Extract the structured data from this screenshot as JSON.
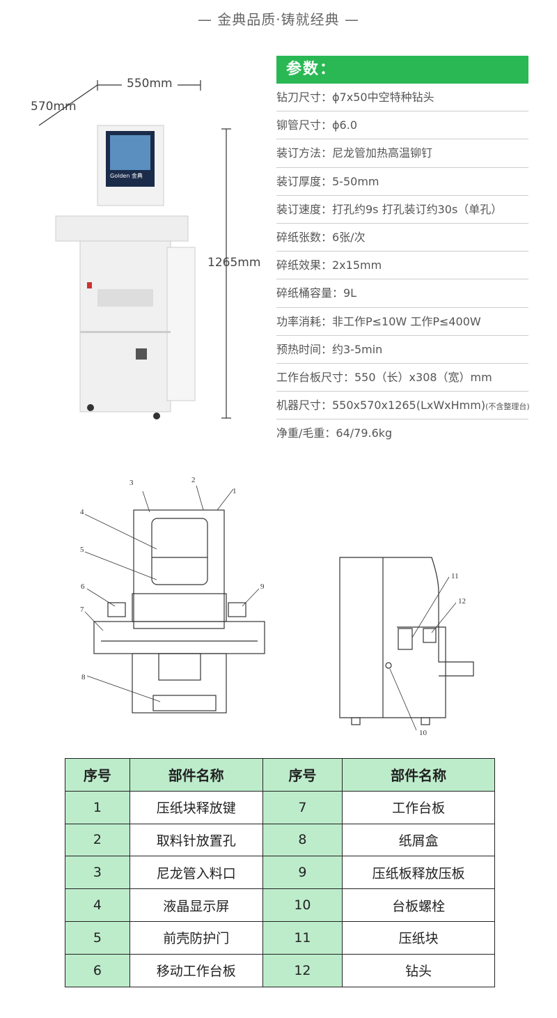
{
  "slogan": "—  金典品质·铸就经典  —",
  "dims": {
    "width": "550mm",
    "depth": "570mm",
    "height": "1265mm"
  },
  "brand": "Golden 金典",
  "specs_title": "参数：",
  "specs": [
    "钻刀尺寸：ϕ7x50中空特种钻头",
    "铆管尺寸：ϕ6.0",
    "装订方法：尼龙管加热高温铆钉",
    "装订厚度：5-50mm",
    "装订速度：打孔约9s 打孔装订约30s（单孔）",
    "碎纸张数：6张/次",
    "碎纸效果：2x15mm",
    "碎纸桶容量：9L",
    "功率消耗：非工作P≤10W 工作P≤400W",
    "预热时间：约3-5min",
    "工作台板尺寸：550（长）x308（宽）mm",
    "机器尺寸：550x570x1265(LxWxHmm)",
    "净重/毛重：64/79.6kg"
  ],
  "spec_note": "(不含整理台)",
  "callouts": [
    "1",
    "2",
    "3",
    "4",
    "5",
    "6",
    "7",
    "8",
    "9",
    "10",
    "11",
    "12"
  ],
  "table": {
    "headers": [
      "序号",
      "部件名称",
      "序号",
      "部件名称"
    ],
    "rows": [
      [
        "1",
        "压纸块释放键",
        "7",
        "工作台板"
      ],
      [
        "2",
        "取料针放置孔",
        "8",
        "纸屑盒"
      ],
      [
        "3",
        "尼龙管入料口",
        "9",
        "压纸板释放压板"
      ],
      [
        "4",
        "液晶显示屏",
        "10",
        "台板螺栓"
      ],
      [
        "5",
        "前壳防护门",
        "11",
        "压纸块"
      ],
      [
        "6",
        "移动工作台板",
        "12",
        "钻头"
      ]
    ]
  }
}
